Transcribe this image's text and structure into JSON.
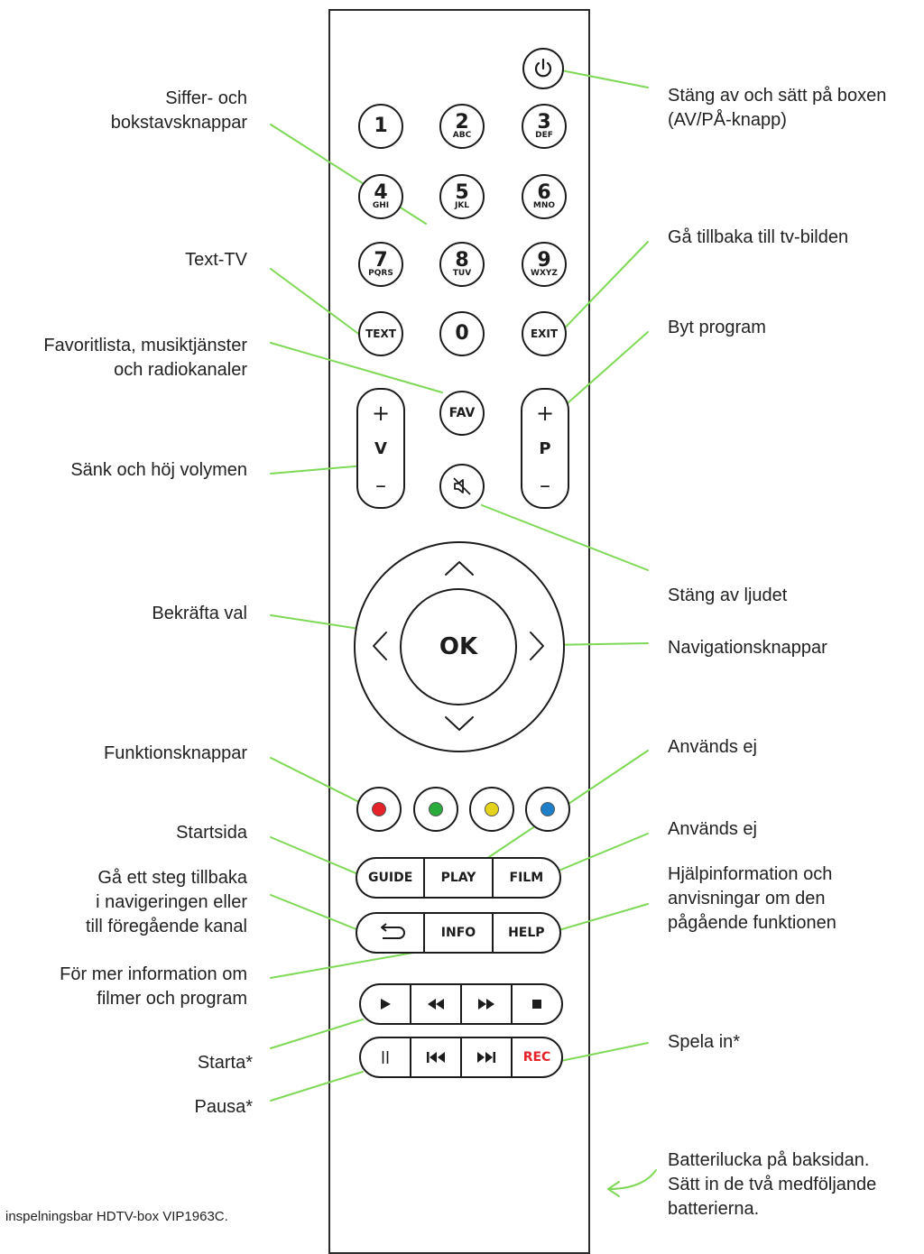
{
  "colors": {
    "leader": "#7ed957",
    "rec": "#e3222a",
    "red_button": "#e3222a",
    "green_button": "#2bab3c",
    "yellow_button": "#e4d318",
    "blue_button": "#1e7fc8"
  },
  "labels": {
    "digits": "Siffer- och\nbokstavsknappar",
    "text_tv": "Text-TV",
    "favorites": "Favoritlista, musiktjänster\noch radiokanaler",
    "volume": "Sänk och höj volymen",
    "confirm": "Bekräfta val",
    "function_keys": "Funktionsknappar",
    "start_page": "Startsida",
    "back": "Gå ett steg tillbaka\ni navigeringen eller\ntill föregående kanal",
    "info": "För mer information om\nfilmer och program",
    "play": "Starta*",
    "pause": "Pausa*",
    "power": "Stäng av och sätt på boxen\n(AV/PÅ-knapp)",
    "exit": "Gå tillbaka till tv-bilden",
    "program": "Byt program",
    "mute": "Stäng av ljudet",
    "navigation": "Navigationsknappar",
    "unused_1": "Används ej",
    "unused_2": "Används ej",
    "help": "Hjälpinformation och\nanvisningar om den\npågående funktionen",
    "record": "Spela in*",
    "battery": "Batterilucka på baksidan.\nSätt in de två medföljande\nbatterierna.",
    "footer": "inspelningsbar HDTV-box VIP1963C."
  },
  "keypad": [
    {
      "digit": "1",
      "letters": ""
    },
    {
      "digit": "2",
      "letters": "ABC"
    },
    {
      "digit": "3",
      "letters": "DEF"
    },
    {
      "digit": "4",
      "letters": "GHI"
    },
    {
      "digit": "5",
      "letters": "JKL"
    },
    {
      "digit": "6",
      "letters": "MNO"
    },
    {
      "digit": "7",
      "letters": "PQRS"
    },
    {
      "digit": "8",
      "letters": "TUV"
    },
    {
      "digit": "9",
      "letters": "WXYZ"
    }
  ],
  "buttons": {
    "text": "TEXT",
    "zero": "0",
    "exit": "EXIT",
    "fav": "FAV",
    "vol_plus": "+",
    "vol_letter": "V",
    "vol_minus": "–",
    "prog_plus": "+",
    "prog_letter": "P",
    "prog_minus": "–",
    "ok": "OK",
    "guide": "GUIDE",
    "play": "PLAY",
    "film": "FILM",
    "info": "INFO",
    "help": "HELP",
    "rec": "REC"
  }
}
